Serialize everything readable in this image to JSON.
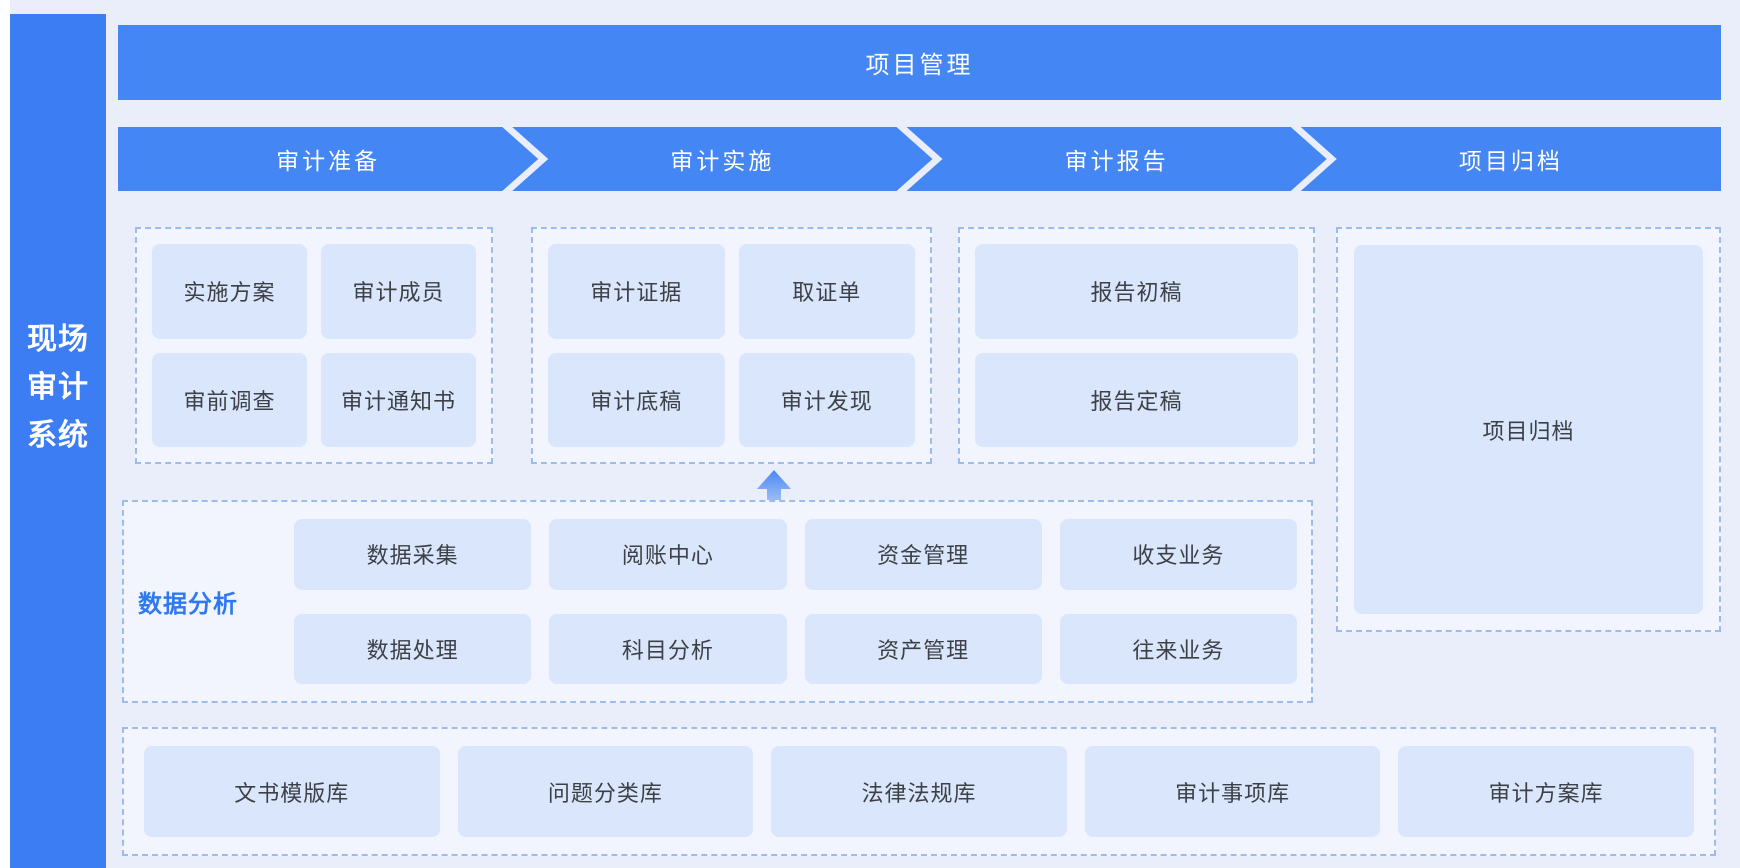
{
  "sidebar": {
    "title": "现场审计系统",
    "lines": [
      "现场",
      "审计",
      "系统"
    ]
  },
  "header": {
    "banner_label": "项目管理"
  },
  "phases": [
    {
      "label": "审计准备",
      "items": [
        "实施方案",
        "审计成员",
        "审前调查",
        "审计通知书"
      ]
    },
    {
      "label": "审计实施",
      "items": [
        "审计证据",
        "取证单",
        "审计底稿",
        "审计发现"
      ]
    },
    {
      "label": "审计报告",
      "items": [
        "报告初稿",
        "报告定稿"
      ]
    },
    {
      "label": "项目归档",
      "items": [
        "项目归档"
      ]
    }
  ],
  "data_analysis": {
    "label": "数据分析",
    "rows": [
      [
        "数据采集",
        "阅账中心",
        "资金管理",
        "收支业务"
      ],
      [
        "数据处理",
        "科目分析",
        "资产管理",
        "往来业务"
      ]
    ]
  },
  "libraries": [
    "文书模版库",
    "问题分类库",
    "法律法规库",
    "审计事项库",
    "审计方案库"
  ],
  "icons": {
    "flow_arrow": "up-arrow"
  },
  "colors": {
    "accent_blue": "#4486f4",
    "sidebar_blue": "#3d7df4",
    "panel_background": "#e9eefa",
    "container_background": "#f2f5fd",
    "dashed_border": "#9dbcec",
    "box_fill": "#d9e6fb",
    "box_text": "#3d4147",
    "data_label_blue": "#2e79f0"
  }
}
